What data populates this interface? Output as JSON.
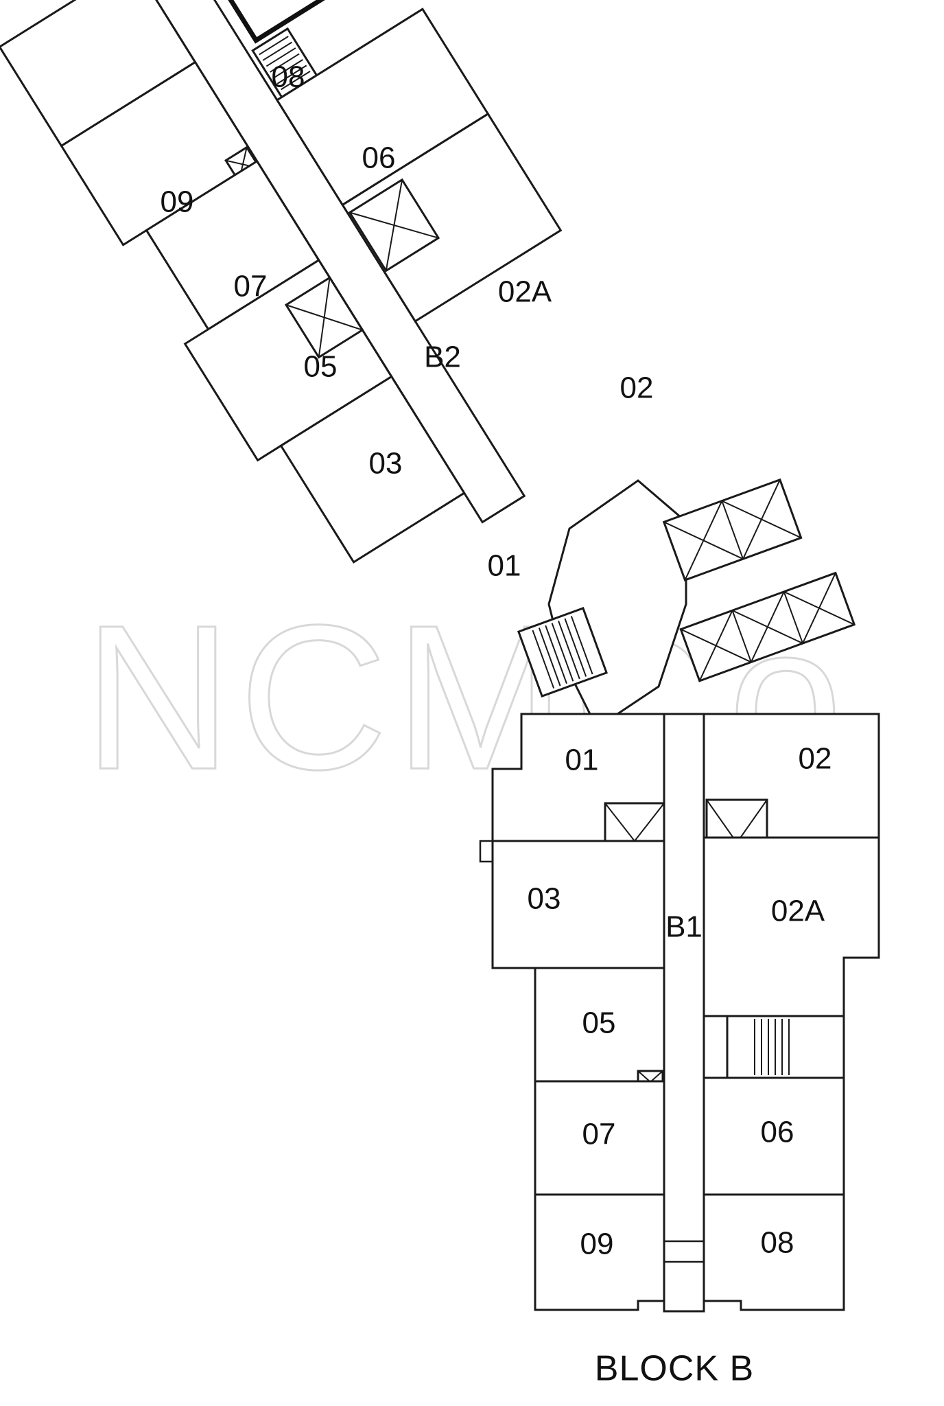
{
  "watermark": "NCMCo",
  "block_label": "BLOCK B",
  "wings": {
    "b2": {
      "label": "B2",
      "units": [
        "08",
        "06",
        "09",
        "07",
        "02A",
        "05",
        "02",
        "03",
        "01"
      ]
    },
    "b1": {
      "label": "B1",
      "units": [
        "01",
        "02",
        "03",
        "02A",
        "05",
        "07",
        "06",
        "09",
        "08"
      ]
    }
  }
}
